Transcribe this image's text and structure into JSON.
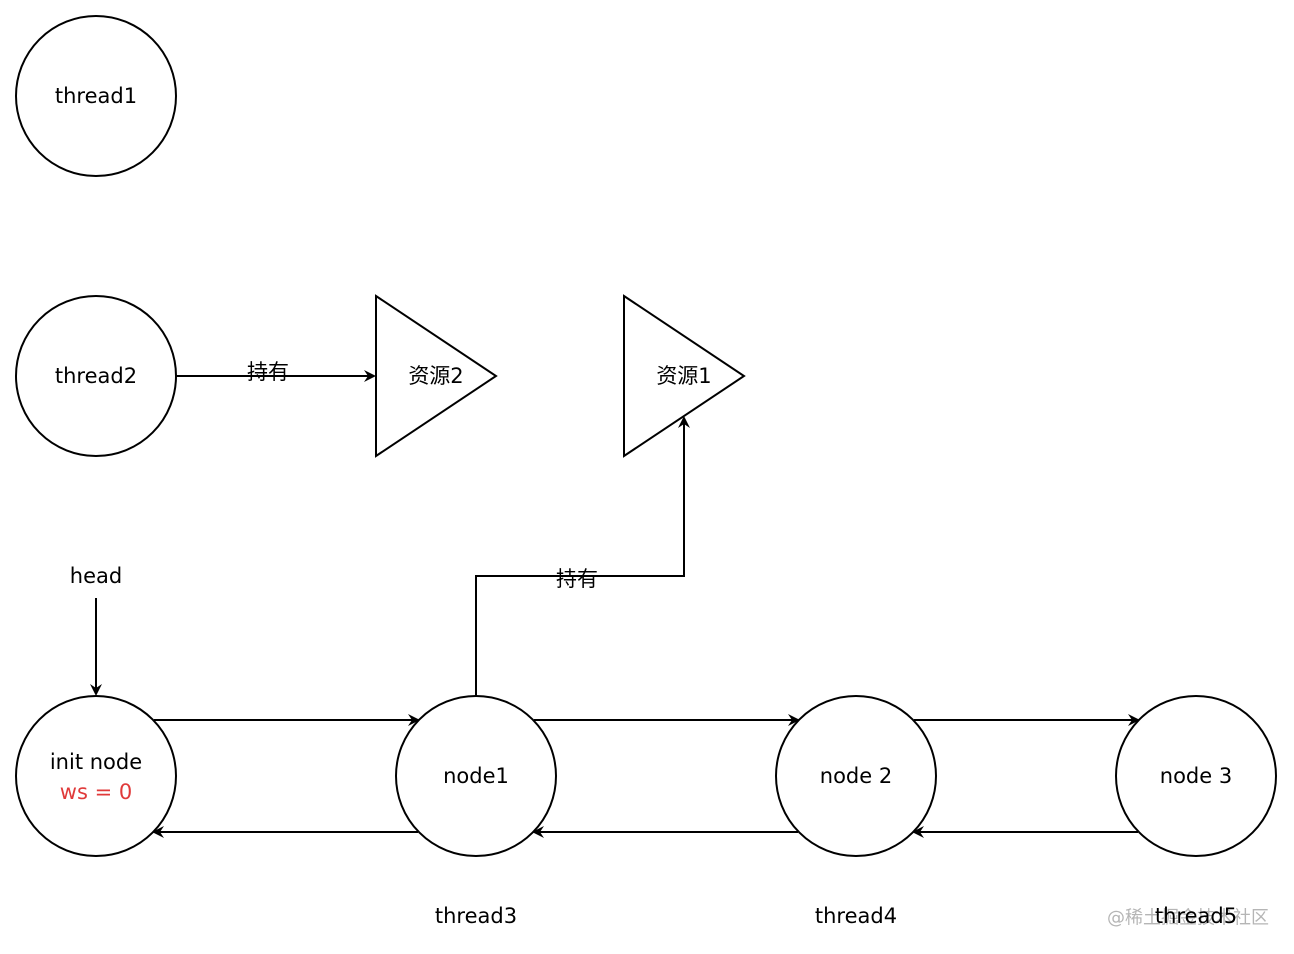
{
  "diagram": {
    "threads": {
      "t1": "thread1",
      "t2": "thread2",
      "t3": "thread3",
      "t4": "thread4",
      "t5": "thread5"
    },
    "resources": {
      "r1": "资源1",
      "r2": "资源2"
    },
    "edge_labels": {
      "hold_t2_r2": "持有",
      "hold_node1_r1": "持有"
    },
    "queue": {
      "head": "head",
      "init_node": "init node",
      "init_ws": "ws = 0",
      "node1": "node1",
      "node2": "node 2",
      "node3": "node 3"
    },
    "colors": {
      "stroke": "#000000",
      "fill": "#ffffff",
      "ws_text": "#e03a3a",
      "watermark": "#b5b5b5"
    },
    "watermark": "@稀土掘金技术社区"
  }
}
